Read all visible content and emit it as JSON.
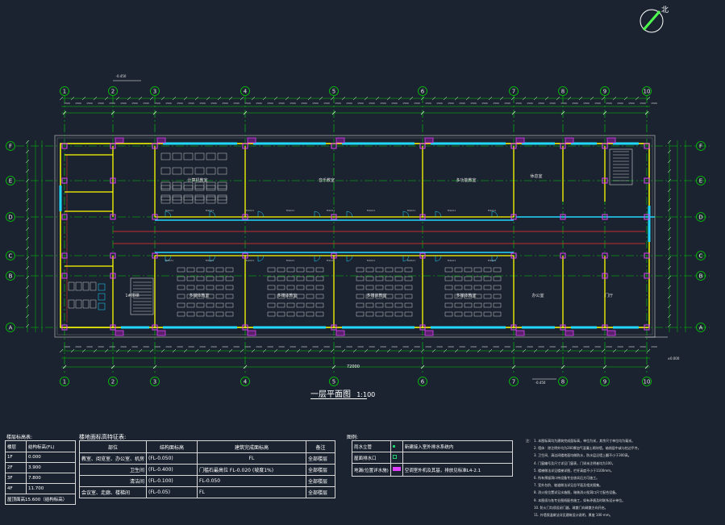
{
  "drawing": {
    "title": "一层平面图",
    "scale": "1:100",
    "north_label": "北",
    "total_dim": "72000"
  },
  "grid": {
    "columns": [
      "1",
      "2",
      "3",
      "4",
      "5",
      "6",
      "7",
      "8",
      "9",
      "10"
    ],
    "rows": [
      "F",
      "E",
      "D",
      "C",
      "B",
      "A"
    ]
  },
  "rooms": {
    "top": [
      "计算机教室",
      "音乐教室",
      "多功能教室",
      "休息室"
    ],
    "bottom": [
      "1#楼梯",
      "多媒体教室",
      "多媒体教室",
      "多媒体教室",
      "多媒体教室",
      "办公室",
      "门厅"
    ]
  },
  "level_table": {
    "title": "楼层标高表:",
    "header": [
      "楼层",
      "结构标高(FL)"
    ],
    "rows": [
      [
        "1F",
        "0.000"
      ],
      [
        "2F",
        "3.900"
      ],
      [
        "3F",
        "7.800"
      ],
      [
        "4F",
        "11.700"
      ]
    ],
    "footer": "屋顶面高15.600（结构标高）"
  },
  "finish_table": {
    "title": "楼地面标高特征表:",
    "header": [
      "部位",
      "结构面标高",
      "建筑完成面标高",
      "备注"
    ],
    "rows": [
      [
        "教室、阅览室、办公室、机房",
        "(FL-0.050)",
        "FL",
        "全部楼层"
      ],
      [
        "卫生间",
        "(FL-0.400)",
        "门槛石最高位 FL-0.020 (坡度1%)",
        "全部楼层"
      ],
      [
        "清洁间",
        "(FL-0.100)",
        "FL-0.050",
        "全部楼层"
      ],
      [
        "会议室、走廊、楼梯间",
        "(FL-0.05)",
        "FL",
        "全部楼层"
      ]
    ]
  },
  "legend": {
    "title": "图例:",
    "rows": [
      [
        "雨水立管",
        "新建接入室外排水系统内"
      ],
      [
        "屋面排水口",
        ""
      ],
      [
        "地漏(位置详水施)",
        "空调室外机及其基，排放见标准L4-2.1"
      ]
    ]
  },
  "notes": {
    "title": "注：",
    "lines": [
      "1. 本图标高均为建筑完成面标高，单位为米，其余尺寸单位均为毫米。",
      "2. 墙体：除注明外均为200厚加气混凝土砌块墙，轴线居中或与柱边平齐。",
      "3. 卫生间、清洁间楼地面均做防水，防水层沿墙上翻不小于300高。",
      "4. 门窗编号及尺寸详见门窗表，门垛未注明者均为100。",
      "5. 楼梯做法详见楼梯详图，栏杆高度不小于1100mm。",
      "6. 所有预留洞口待设备专业核实后方可施工。",
      "7. 室外台阶、坡道做法详见总平面及相关图集。",
      "8. 消火栓位置详见水施图，暗装消火栓洞口尺寸配合设备。",
      "9. 本图须与各专业图纸配合施工，如有矛盾及时联系设计单位。",
      "10. 防火门均须设闭门器，疏散门向疏散方向开启。",
      "11. 外墙保温做法详见建筑设计说明，厚度 100 mm。"
    ]
  },
  "colors": {
    "background": "#1b2330",
    "grid_line": "#00d200",
    "wall": "#ffff00",
    "window": "#22d8ff",
    "column": "#e040fb",
    "dim": "#00c800",
    "furniture": "#d0d0d0",
    "red_line": "#ff3030"
  }
}
